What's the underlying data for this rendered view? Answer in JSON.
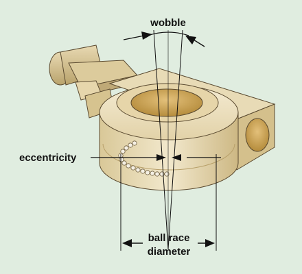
{
  "labels": {
    "wobble": "wobble",
    "eccentricity": "eccentricity",
    "ball_race_line1": "ball race",
    "ball_race_line2": "diameter"
  },
  "colors": {
    "background": "#e0ede0",
    "body_light": "#efe3c4",
    "body_mid": "#d9c594",
    "body_dark": "#b8a06a",
    "outline": "#5a4a30",
    "bore": "#c9a14a",
    "line": "#111111"
  }
}
